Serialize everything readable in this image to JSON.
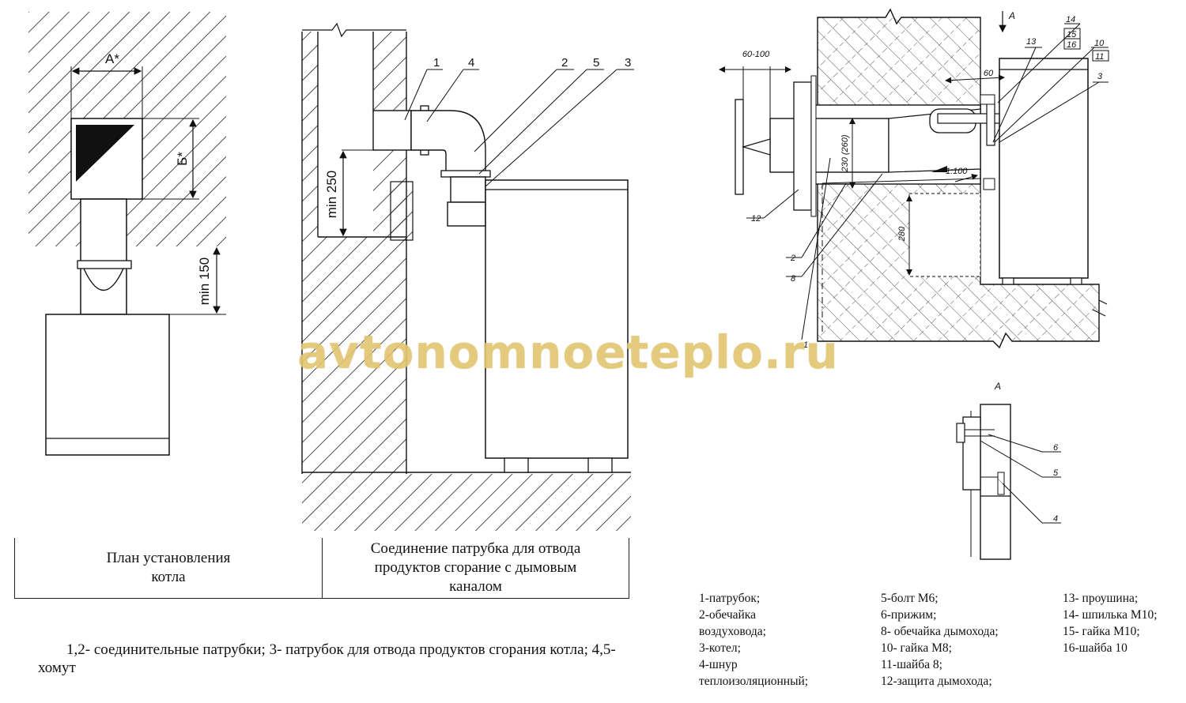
{
  "watermark": "avtonomnoeteplo.ru",
  "fig1": {
    "label_a": "A*",
    "label_b": "Б*",
    "label_min150": "min 150"
  },
  "fig2": {
    "label_min250": "min 250",
    "callouts": [
      "1",
      "4",
      "2",
      "5",
      "3"
    ]
  },
  "fig3": {
    "dim_60_100": "60-100",
    "dim_60": "60",
    "dim_230": "230 (260)",
    "dim_280": "280",
    "slope": "1:100",
    "view_a": "A",
    "callouts": [
      "14",
      "15",
      "16",
      "13",
      "10",
      "11",
      "3",
      "12",
      "2",
      "8",
      "1"
    ]
  },
  "detail_a": {
    "title": "A",
    "callouts": [
      "6",
      "5",
      "4"
    ]
  },
  "captions": {
    "left": [
      "План установления",
      "котла"
    ],
    "right": [
      "Соединение патрубка для отвода",
      "продуктов сгорание с дымовым",
      "каналом"
    ]
  },
  "note": "1,2- соединительные патрубки; 3- патрубок для отвода продуктов сгорания котла; 4,5-хомут",
  "legend": {
    "col1": [
      "1-патрубок;",
      "2-обечайка",
      "воздуховода;",
      "3-котел;",
      "4-шнур",
      "теплоизоляционный;"
    ],
    "col2": [
      "5-болт М6;",
      "6-прижим;",
      "8- обечайка дымохода;",
      "10- гайка М8;",
      "11-шайба 8;",
      "12-защита дымохода;"
    ],
    "col3": [
      "13- проушина;",
      "14- шпилька М10;",
      "15- гайка М10;",
      "16-шайба 10"
    ]
  }
}
